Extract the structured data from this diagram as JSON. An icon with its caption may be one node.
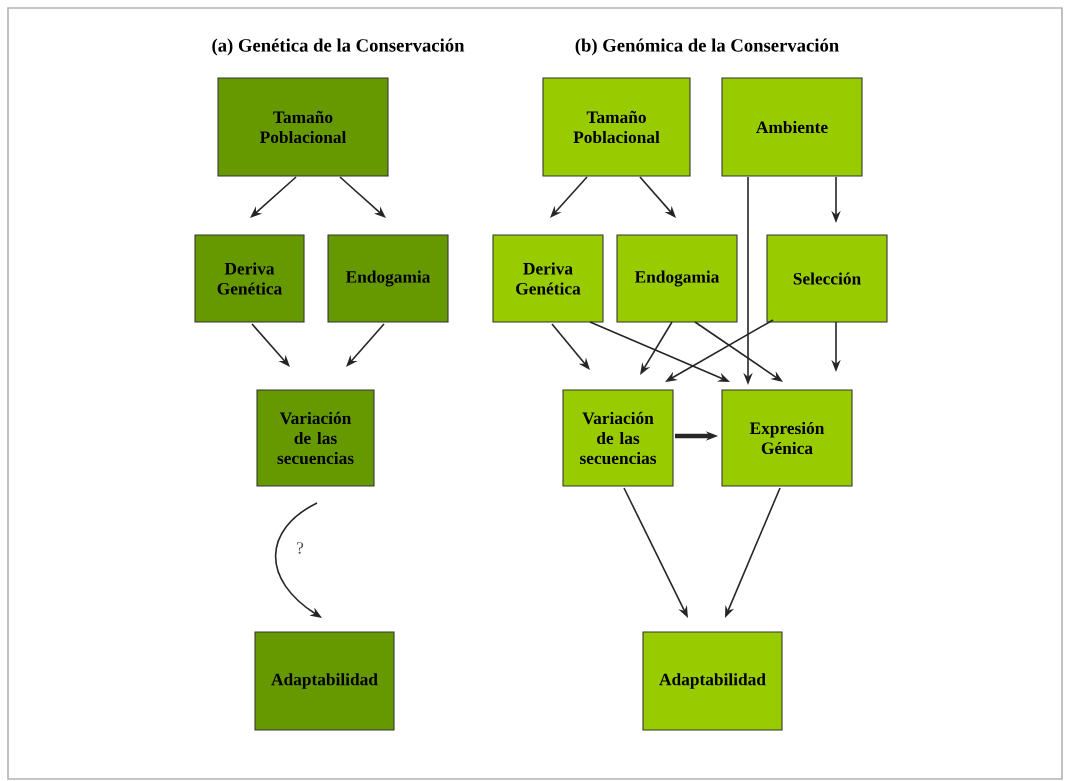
{
  "diagram": {
    "nodes": [
      {
        "text": [
          "Tamaño Poblacional"
        ]
      },
      {
        "text": [
          "Deriva Genética"
        ]
      },
      {
        "text": [
          "Endogamia"
        ]
      },
      {
        "text": [
          "Variación de las secuencias"
        ]
      },
      {
        "text": [
          "Adaptabilidad"
        ]
      },
      {
        "text": [
          "Tamaño Poblacional"
        ]
      },
      {
        "text": [
          "Ambiente"
        ]
      },
      {
        "text": [
          "Deriva Genética"
        ]
      },
      {
        "text": [
          "Endogamia"
        ]
      },
      {
        "text": [
          "Selección"
        ]
      },
      {
        "text": [
          "Variación de las secuencias"
        ]
      },
      {
        "text": [
          "Expresión Génica"
        ]
      },
      {
        "text": [
          "Adaptabilidad"
        ]
      }
    ],
    "edges": [
      {
        "from": 0,
        "to": 1,
        "arrow": "to"
      },
      {
        "from": 0,
        "to": 2,
        "arrow": "to"
      },
      {
        "from": 1,
        "to": 3,
        "arrow": "to"
      },
      {
        "from": 2,
        "to": 3,
        "arrow": "to"
      },
      {
        "from": 3,
        "to": 4,
        "arrow": "to",
        "label": "?"
      },
      {
        "from": 5,
        "to": 7,
        "arrow": "to"
      },
      {
        "from": 5,
        "to": 8,
        "arrow": "to"
      },
      {
        "from": 6,
        "to": 9,
        "arrow": "to"
      },
      {
        "from": 6,
        "to": 11,
        "arrow": "to"
      },
      {
        "from": 7,
        "to": 10,
        "arrow": "to"
      },
      {
        "from": 7,
        "to": 11,
        "arrow": "to"
      },
      {
        "from": 8,
        "to": 10,
        "arrow": "to"
      },
      {
        "from": 8,
        "to": 11,
        "arrow": "to"
      },
      {
        "from": 9,
        "to": 10,
        "arrow": "to"
      },
      {
        "from": 9,
        "to": 11,
        "arrow": "to"
      },
      {
        "from": 10,
        "to": 11,
        "arrow": "to",
        "style": "thick"
      },
      {
        "from": 10,
        "to": 12,
        "arrow": "to"
      },
      {
        "from": 11,
        "to": 12,
        "arrow": "to"
      }
    ],
    "labels": [
      "(a) Genética de la Conservación",
      "(b) Genómica de la Conservación"
    ]
  }
}
